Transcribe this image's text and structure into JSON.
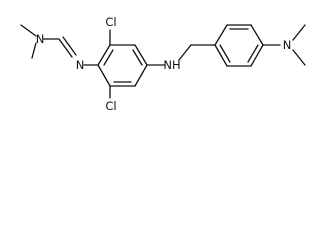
{
  "structure": {
    "atoms": {
      "nme2_left_n": "N",
      "imine_n": "N",
      "cl_top": "Cl",
      "cl_bottom": "Cl",
      "amine_nh": "NH",
      "nme2_right_n": "N"
    }
  }
}
